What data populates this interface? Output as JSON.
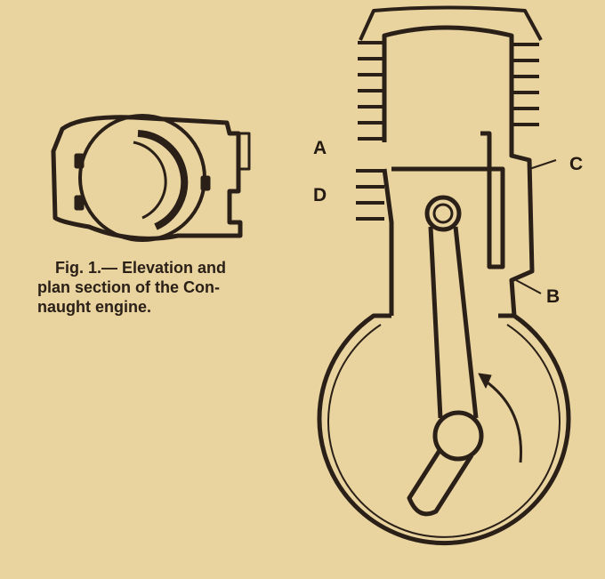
{
  "figure": {
    "caption_line1": "Fig. 1.— Elevation and",
    "caption_line2": "plan section of the Con-",
    "caption_line3": "naught engine.",
    "labels": {
      "a": "A",
      "d": "D",
      "c": "C",
      "b": "B"
    },
    "ink_color": "#2a2018",
    "paper_color": "#e9d39f"
  }
}
